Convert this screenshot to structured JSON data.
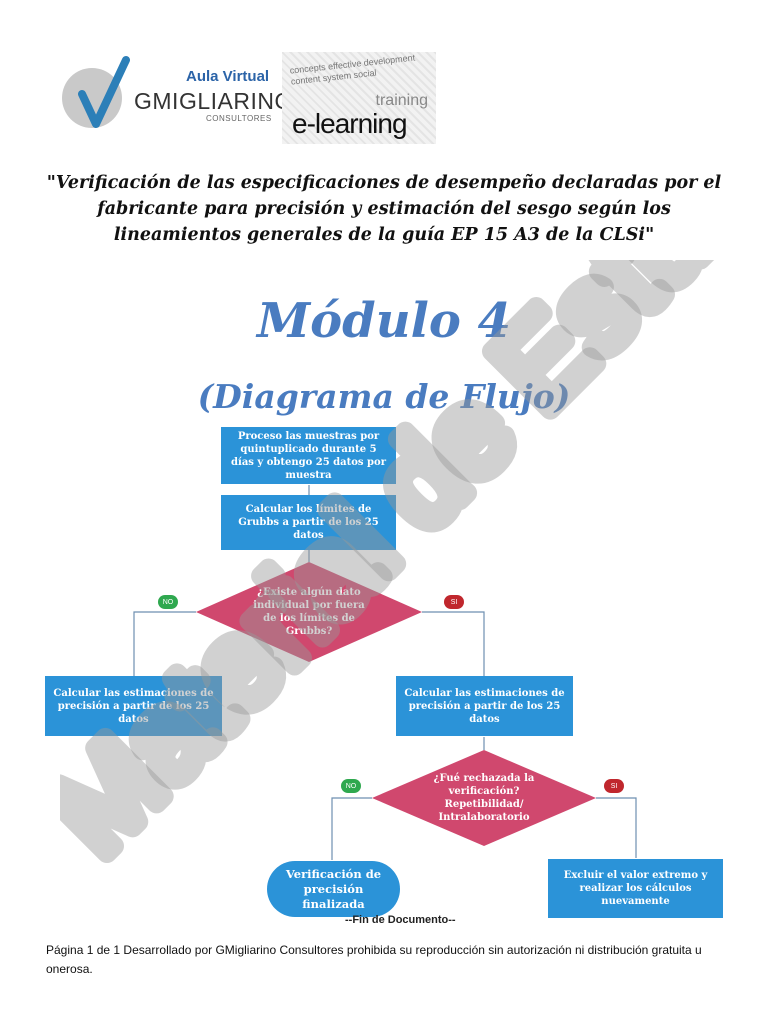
{
  "logo": {
    "aula_virtual": "Aula Virtual",
    "company": "GMIGLIARINO",
    "company_sub": "CONSULTORES",
    "elearning": "e-learning",
    "training": "training",
    "collage_words": "concepts effective development content system social"
  },
  "title": "\"Verificación de las especificaciones de desempeño declaradas por el fabricante para precisión y estimación del sesgo según los lineamientos generales de la guía EP 15 A3 de la CLSi\"",
  "module": {
    "title": "Módulo 4",
    "subtitle": "(Diagrama de Flujo)"
  },
  "flow": {
    "step1": "Proceso las muestras por quintuplicado durante 5 días y obtengo 25 datos por muestra",
    "step2": "Calcular los límites de Grubbs a partir de los 25 datos",
    "decision1": "¿Existe algún dato individual por fuera de los límites de Grubbs?",
    "no_label": "NO",
    "si_label": "SI",
    "left_calc": "Calcular las estimaciones de precisión a partir de los 25 datos",
    "right_calc": "Calcular las estimaciones de precisión a partir de los 25 datos",
    "decision2": "¿Fué rechazada la verificación? Repetibilidad/ Intralaboratorio",
    "final": "Verificación de precisión finalizada",
    "exclude": "Excluir el valor extremo y realizar los cálculos nuevamente"
  },
  "end_of_document": "--Fin de Documento--",
  "footer": "Página 1 de 1     Desarrollado por GMigliarino Consultores prohibida su reproducción sin autorización ni distribución gratuita u onerosa.",
  "watermark": "Material de Estudio",
  "colors": {
    "box": "#2b93d8",
    "diamond": "#d0486e",
    "title_blue": "#4a7cc0",
    "no": "#2fa84f",
    "si": "#c0272d"
  }
}
